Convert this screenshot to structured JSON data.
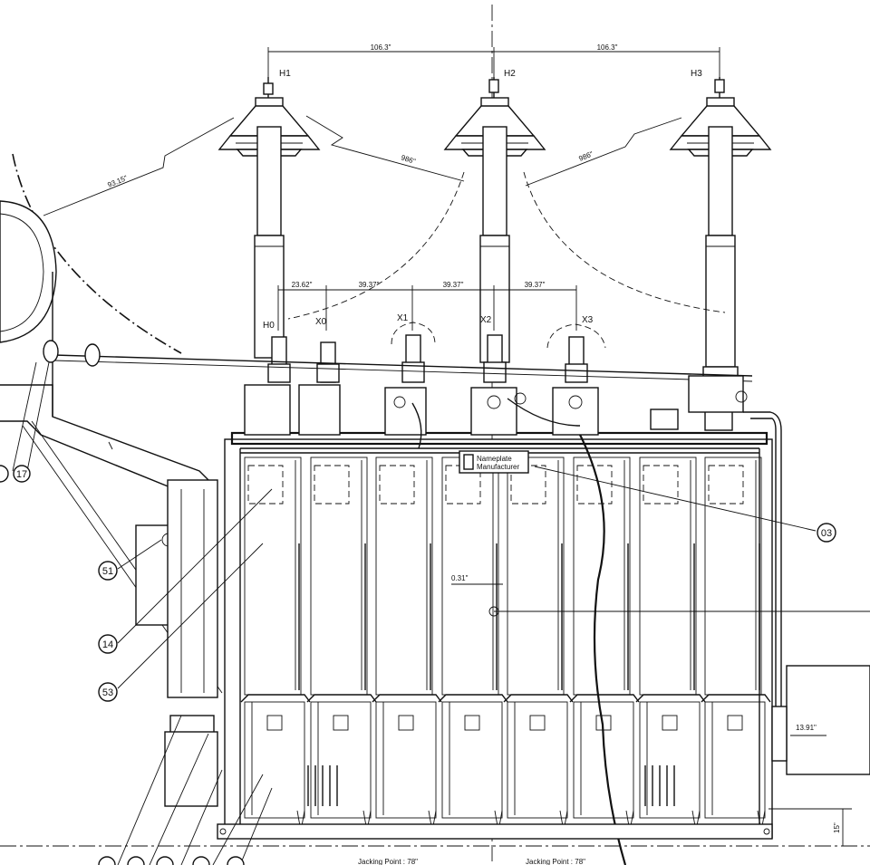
{
  "drawing": {
    "hv_bushings": [
      {
        "label": "H1"
      },
      {
        "label": "H2"
      },
      {
        "label": "H3"
      }
    ],
    "lv_bushings": [
      {
        "label": "H0"
      },
      {
        "label": "X0"
      },
      {
        "label": "X1"
      },
      {
        "label": "X2"
      },
      {
        "label": "X3"
      }
    ],
    "dimensions": {
      "h1_h2": "106.3\"",
      "h2_h3": "106.3\"",
      "h0_x0": "23.62\"",
      "x0_x1": "39.37\"",
      "x1_x2": "39.37\"",
      "x2_x3": "39.37\"",
      "clear_left": "93.15\"",
      "clear_mid": "986\"",
      "clear_right": "986\"",
      "radius_label": "0.31\"",
      "side_width": "13.91\"",
      "base_height": "15\"",
      "jack_left": "Jacking Point : 78\"",
      "jack_right": "Jacking Point : 78\""
    },
    "callouts": [
      {
        "id": "17"
      },
      {
        "id": "51"
      },
      {
        "id": "14"
      },
      {
        "id": "53"
      },
      {
        "id": "03"
      }
    ],
    "nameplate": {
      "line1": "Nameplate",
      "line2": "Manufacturer"
    }
  }
}
